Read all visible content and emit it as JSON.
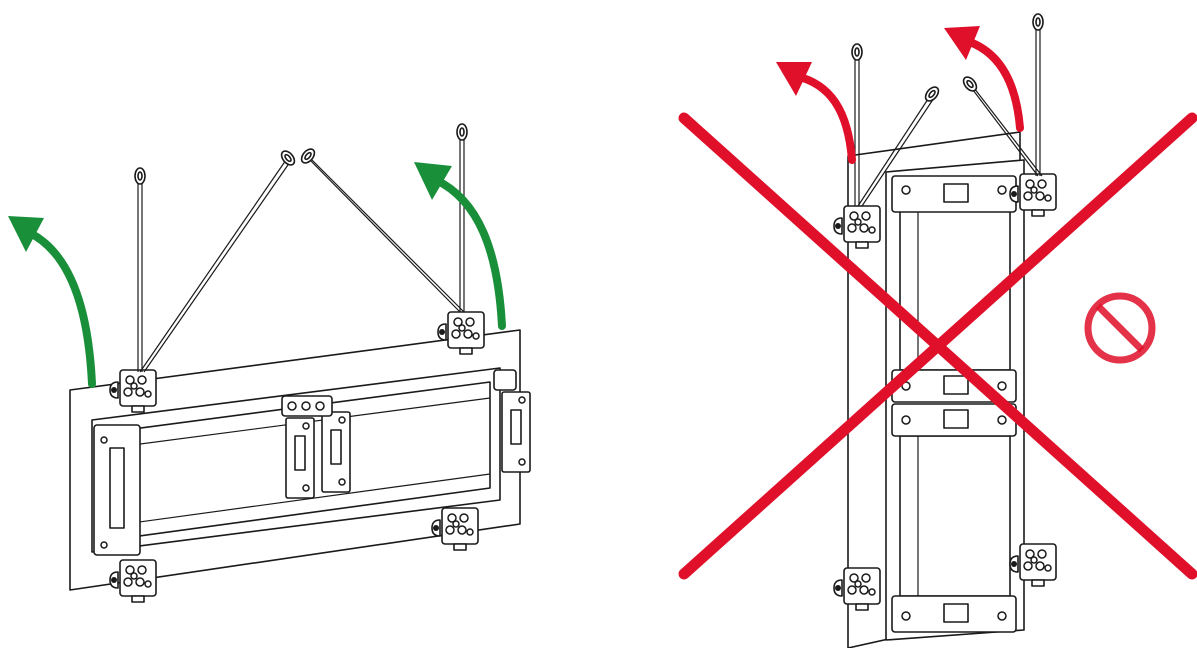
{
  "colors": {
    "correct_arrow": "#1a8f3a",
    "wrong_mark": "#e0102a",
    "line": "#1a1a1a",
    "background": "#ffffff"
  },
  "panels": [
    {
      "id": "correct",
      "orientation": "horizontal",
      "lifting_points": 4,
      "arrows": 2
    },
    {
      "id": "incorrect",
      "orientation": "vertical",
      "lifting_points": 4,
      "arrows": 2,
      "crossed_out": true
    }
  ],
  "icons": [
    "lift-arrow-icon",
    "cross-mark-icon",
    "prohibited-icon",
    "lifting-eye-icon"
  ]
}
